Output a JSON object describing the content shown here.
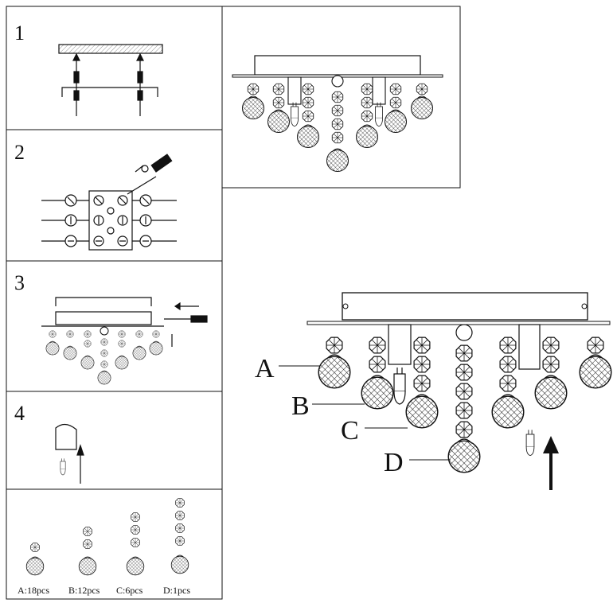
{
  "steps": [
    {
      "number": "1"
    },
    {
      "number": "2"
    },
    {
      "number": "3"
    },
    {
      "number": "4"
    }
  ],
  "parts_legend": [
    {
      "label": "A:18pcs"
    },
    {
      "label": "B:12pcs"
    },
    {
      "label": "C:6pcs"
    },
    {
      "label": "D:1pcs"
    }
  ],
  "callouts": {
    "a": "A",
    "b": "B",
    "c": "C",
    "d": "D"
  }
}
